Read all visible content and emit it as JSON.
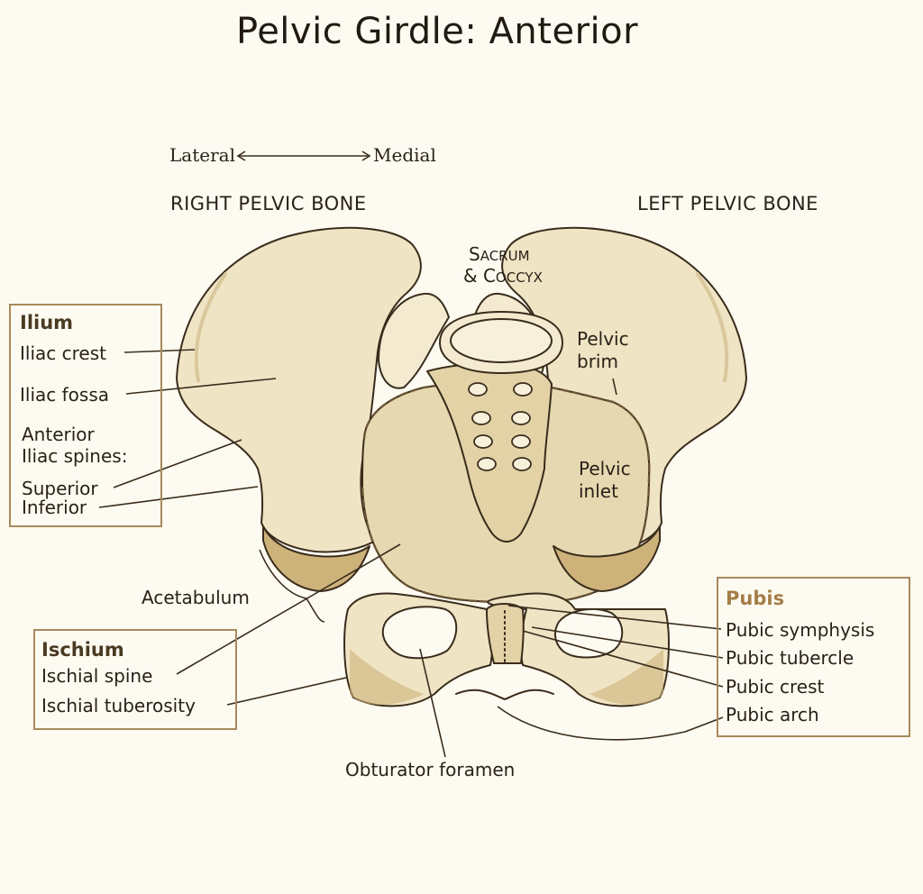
{
  "title": "Pelvic Girdle: Anterior",
  "orientation": {
    "left": "Lateral",
    "right": "Medial"
  },
  "bone_labels": {
    "right": "RIGHT PELVIC BONE",
    "left": "LEFT PELVIC BONE"
  },
  "sacrum": {
    "line1_cap": "S",
    "line1_rest": "ACRUM",
    "line2_amp": "& ",
    "line2_cap": "C",
    "line2_rest": "OCCYX"
  },
  "ilium": {
    "header": "Ilium",
    "items": [
      "Iliac crest",
      "Iliac fossa",
      "Anterior",
      "Iliac spines:",
      "Superior",
      "Inferior"
    ]
  },
  "ischium": {
    "header": "Ischium",
    "items": [
      "Ischial spine",
      "Ischial tuberosity"
    ]
  },
  "pubis": {
    "header": "Pubis",
    "items": [
      "Pubic symphysis",
      "Pubic tubercle",
      "Pubic crest",
      "Pubic arch"
    ]
  },
  "center_labels": {
    "pelvic_brim": [
      "Pelvic",
      "brim"
    ],
    "pelvic_inlet": [
      "Pelvic",
      "inlet"
    ],
    "acetabulum": "Acetabulum",
    "obturator": "Obturator foramen"
  },
  "colors": {
    "background": "#fdfbf1",
    "bone": "#efe4c4",
    "bone_shade": "#e2d2a6",
    "dark_shade": "#cdb27a",
    "outline": "#3a2c1c",
    "box_border": "#a8895c",
    "pubis_accent": "#a47d48"
  }
}
